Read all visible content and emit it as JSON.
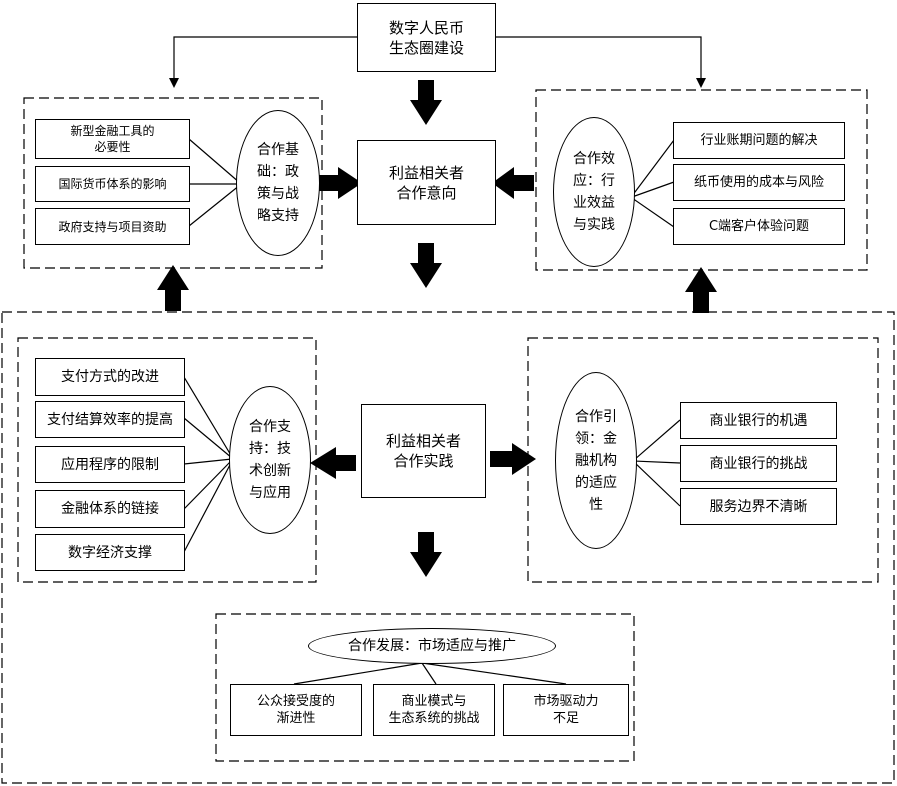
{
  "top": {
    "title": "数字人民币\n生态圈建设"
  },
  "intention": {
    "label": "利益相关者\n合作意向"
  },
  "practice": {
    "label": "利益相关者\n合作实践"
  },
  "basis": {
    "oval": "合作基\n础：政\n策与战\n略支持",
    "items": [
      "新型金融工具的\n必要性",
      "国际货币体系的影响",
      "政府支持与项目资助"
    ]
  },
  "effect": {
    "oval": "合作效\n应：行\n业效益\n与实践",
    "items": [
      "行业账期问题的解决",
      "纸币使用的成本与风险",
      "C端客户体验问题"
    ]
  },
  "support": {
    "oval": "合作支\n持：技\n术创新\n与应用",
    "items": [
      "支付方式的改进",
      "支付结算效率的提高",
      "应用程序的限制",
      "金融体系的链接",
      "数字经济支撑"
    ]
  },
  "lead": {
    "oval": "合作引\n领：金\n融机构\n的适应\n性",
    "items": [
      "商业银行的机遇",
      "商业银行的挑战",
      "服务边界不清晰"
    ]
  },
  "develop": {
    "oval": "合作发展：市场适应与推广",
    "items": [
      "公众接受度的\n渐进性",
      "商业模式与\n生态系统的挑战",
      "市场驱动力\n不足"
    ]
  }
}
